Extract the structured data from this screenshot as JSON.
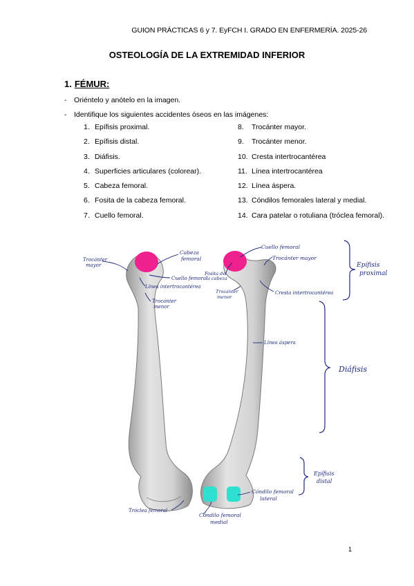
{
  "header": "GUION PRÁCTICAS 6 y 7. EyFCH I. GRADO EN ENFERMERÍA. 2025-26",
  "title": "OSTEOLOGÍA DE LA EXTREMIDAD INFERIOR",
  "section": {
    "number": "1.",
    "name": "FÉMUR:"
  },
  "bullets": [
    "Oriéntelo y anótelo en la imagen.",
    "Identifique los siguientes accidentes óseos en las imágenes:"
  ],
  "items_left": [
    {
      "n": "1.",
      "t": "Epífisis proximal."
    },
    {
      "n": "2.",
      "t": "Epífisis distal."
    },
    {
      "n": "3.",
      "t": "Diáfisis."
    },
    {
      "n": "4.",
      "t": "Superficies articulares (colorear)."
    },
    {
      "n": "5.",
      "t": "Cabeza femoral."
    },
    {
      "n": "6.",
      "t": "Fosita de la cabeza femoral."
    },
    {
      "n": "7.",
      "t": "Cuello femoral."
    }
  ],
  "items_right": [
    {
      "n": "8.",
      "t": "Trocánter mayor."
    },
    {
      "n": "9.",
      "t": "Trocánter menor."
    },
    {
      "n": "10.",
      "t": "Cresta intertrocantérea"
    },
    {
      "n": "11.",
      "t": "Línea intertrocantérea"
    },
    {
      "n": "12.",
      "t": "Línea áspera."
    },
    {
      "n": "13.",
      "t": "Cóndilos femorales lateral y medial."
    },
    {
      "n": "14.",
      "t": "Cara patelar o rotuliana (tróclea femoral)."
    }
  ],
  "annotations": {
    "trocanter_mayor_left": [
      "Trocánter",
      "mayor"
    ],
    "cabeza_femoral": [
      "Cabeza",
      "femoral"
    ],
    "cuello_femoral_left": "Cuello femoral",
    "linea_intertrocanterea": "Línea intertrocantérea",
    "trocanter_menor_left": [
      "Trocánter",
      "menor"
    ],
    "cuello_femoral_right": "Cuello femoral",
    "trocanter_mayor_right": "Trocánter mayor",
    "fosita": [
      "Fosita de",
      "la cabeza"
    ],
    "trocanter_menor_right": [
      "Trocánter",
      "menor"
    ],
    "cresta_intertrocanterea": "Cresta intertrocantérea",
    "linea_aspera": "Línea áspera",
    "epifisis_proximal": [
      "Epífisis",
      "proximal"
    ],
    "diafisis": "Diáfisis",
    "epifisis_distal": [
      "Epífisis",
      "distal"
    ],
    "condilo_lateral": [
      "Cóndilo femoral",
      "lateral"
    ],
    "condilo_medial": [
      "Cóndilo femoral",
      "medial"
    ],
    "troclea_femoral": "Tróclea femoral"
  },
  "colors": {
    "head_highlight": "#f0208e",
    "condyle_highlight": "#2ee0d0",
    "annotation_ink": "#1f2a80",
    "bone": "#cfcfcf"
  },
  "page_number": "1"
}
